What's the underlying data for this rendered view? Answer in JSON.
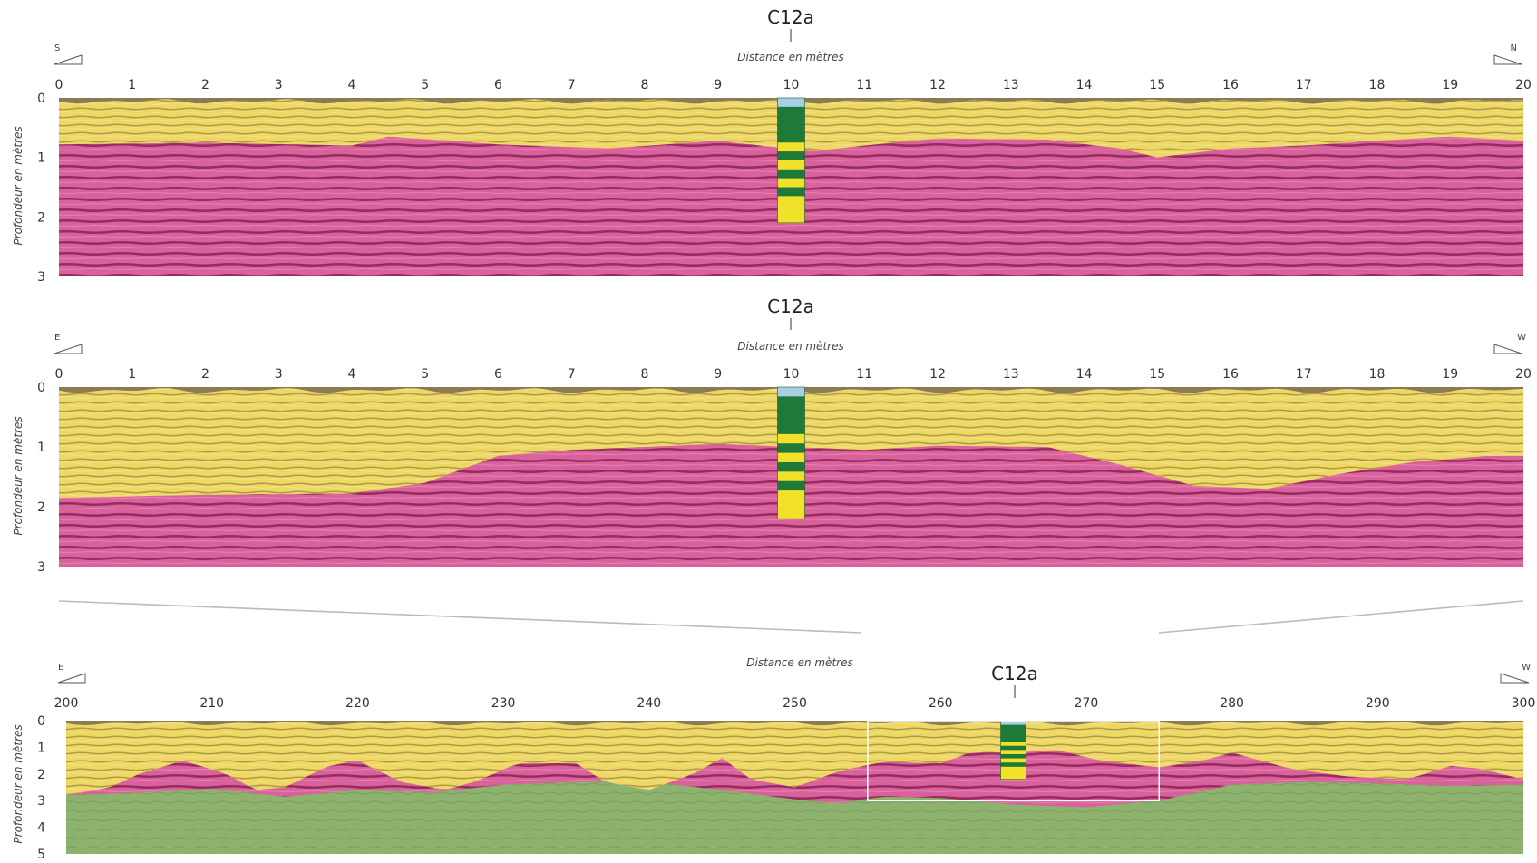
{
  "figure": {
    "x_axis_label": "Distance en mètres",
    "y_axis_label": "Profondeur en mètres",
    "core_label": "C12a",
    "colors": {
      "topsoil": "#8c7a55",
      "yellow_layer": "#eed763",
      "pink_layer": "#d9629c",
      "green_layer": "#8db26d",
      "core_dark_green": "#1f7a3a",
      "core_yellow": "#f1e12a",
      "core_top": "#a9cfe6",
      "frame": "#cfcfcf"
    }
  },
  "panels": [
    {
      "dir_left": "S",
      "dir_right": "N",
      "x_ticks": [
        "0",
        "1",
        "2",
        "3",
        "4",
        "5",
        "6",
        "7",
        "8",
        "9",
        "10",
        "11",
        "12",
        "13",
        "14",
        "15",
        "16",
        "17",
        "18",
        "19",
        "20"
      ],
      "y_ticks": [
        "0",
        "1",
        "2",
        "3"
      ],
      "x_range": [
        0,
        20
      ],
      "depth_range": [
        0,
        3
      ],
      "core_at": 10,
      "core_depth": 2.1,
      "yellow_bottom": [
        [
          0,
          0.78
        ],
        [
          2,
          0.75
        ],
        [
          4,
          0.8
        ],
        [
          4.5,
          0.65
        ],
        [
          6,
          0.78
        ],
        [
          7.5,
          0.85
        ],
        [
          9,
          0.72
        ],
        [
          10.3,
          0.9
        ],
        [
          11,
          0.8
        ],
        [
          12,
          0.68
        ],
        [
          13.5,
          0.7
        ],
        [
          14.5,
          0.85
        ],
        [
          15,
          1.0
        ],
        [
          16,
          0.85
        ],
        [
          17,
          0.8
        ],
        [
          18,
          0.72
        ],
        [
          19,
          0.65
        ],
        [
          20,
          0.72
        ]
      ]
    },
    {
      "dir_left": "E",
      "dir_right": "W",
      "x_ticks": [
        "0",
        "1",
        "2",
        "3",
        "4",
        "5",
        "6",
        "7",
        "8",
        "9",
        "10",
        "11",
        "12",
        "13",
        "14",
        "15",
        "16",
        "17",
        "18",
        "19",
        "20"
      ],
      "y_ticks": [
        "0",
        "1",
        "2",
        "3"
      ],
      "x_range": [
        0,
        20
      ],
      "depth_range": [
        0,
        3
      ],
      "core_at": 10,
      "core_depth": 2.2,
      "yellow_bottom": [
        [
          0,
          1.85
        ],
        [
          2,
          1.8
        ],
        [
          4,
          1.78
        ],
        [
          5,
          1.6
        ],
        [
          6,
          1.15
        ],
        [
          7,
          1.05
        ],
        [
          8,
          1.0
        ],
        [
          9,
          0.95
        ],
        [
          10,
          1.0
        ],
        [
          11,
          1.05
        ],
        [
          12,
          0.98
        ],
        [
          13.5,
          1.0
        ],
        [
          14.5,
          1.3
        ],
        [
          15.5,
          1.65
        ],
        [
          16.5,
          1.7
        ],
        [
          17.5,
          1.45
        ],
        [
          18.5,
          1.25
        ],
        [
          19.5,
          1.15
        ],
        [
          20,
          1.15
        ]
      ]
    },
    {
      "dir_left": "E",
      "dir_right": "W",
      "x_ticks": [
        "200",
        "210",
        "220",
        "230",
        "240",
        "250",
        "260",
        "270",
        "280",
        "290",
        "300"
      ],
      "y_ticks": [
        "0",
        "1",
        "2",
        "3",
        "4",
        "5"
      ],
      "x_range": [
        200,
        300
      ],
      "depth_range": [
        0,
        5
      ],
      "core_at": 265,
      "core_depth": 2.2,
      "zoom_box": [
        255,
        275
      ],
      "yellow_bottom": [
        [
          200,
          2.8
        ],
        [
          203,
          2.5
        ],
        [
          205,
          2.0
        ],
        [
          208,
          1.5
        ],
        [
          211,
          2.0
        ],
        [
          213,
          2.6
        ],
        [
          215,
          2.5
        ],
        [
          218,
          1.7
        ],
        [
          220,
          1.5
        ],
        [
          223,
          2.3
        ],
        [
          226,
          2.6
        ],
        [
          228,
          2.3
        ],
        [
          231,
          1.6
        ],
        [
          235,
          1.6
        ],
        [
          237,
          2.3
        ],
        [
          240,
          2.6
        ],
        [
          243,
          2.0
        ],
        [
          245,
          1.4
        ],
        [
          247,
          2.2
        ],
        [
          250,
          2.5
        ],
        [
          253,
          1.9
        ],
        [
          256,
          1.55
        ],
        [
          260,
          1.6
        ],
        [
          262,
          1.2
        ],
        [
          265,
          1.2
        ],
        [
          268,
          1.1
        ],
        [
          271,
          1.5
        ],
        [
          275,
          1.75
        ],
        [
          278,
          1.5
        ],
        [
          280,
          1.2
        ],
        [
          284,
          1.8
        ],
        [
          288,
          2.1
        ],
        [
          292,
          2.2
        ],
        [
          295,
          1.7
        ],
        [
          297,
          1.8
        ],
        [
          300,
          2.2
        ]
      ],
      "pink_bottom": [
        [
          200,
          2.8
        ],
        [
          205,
          2.7
        ],
        [
          210,
          2.55
        ],
        [
          215,
          2.85
        ],
        [
          220,
          2.6
        ],
        [
          225,
          2.7
        ],
        [
          230,
          2.4
        ],
        [
          235,
          2.3
        ],
        [
          240,
          2.3
        ],
        [
          245,
          2.6
        ],
        [
          250,
          2.95
        ],
        [
          253,
          3.1
        ],
        [
          256,
          2.85
        ],
        [
          260,
          2.9
        ],
        [
          265,
          3.15
        ],
        [
          270,
          3.25
        ],
        [
          275,
          3.0
        ],
        [
          280,
          2.4
        ],
        [
          285,
          2.3
        ],
        [
          290,
          2.35
        ],
        [
          295,
          2.45
        ],
        [
          300,
          2.4
        ]
      ]
    }
  ]
}
